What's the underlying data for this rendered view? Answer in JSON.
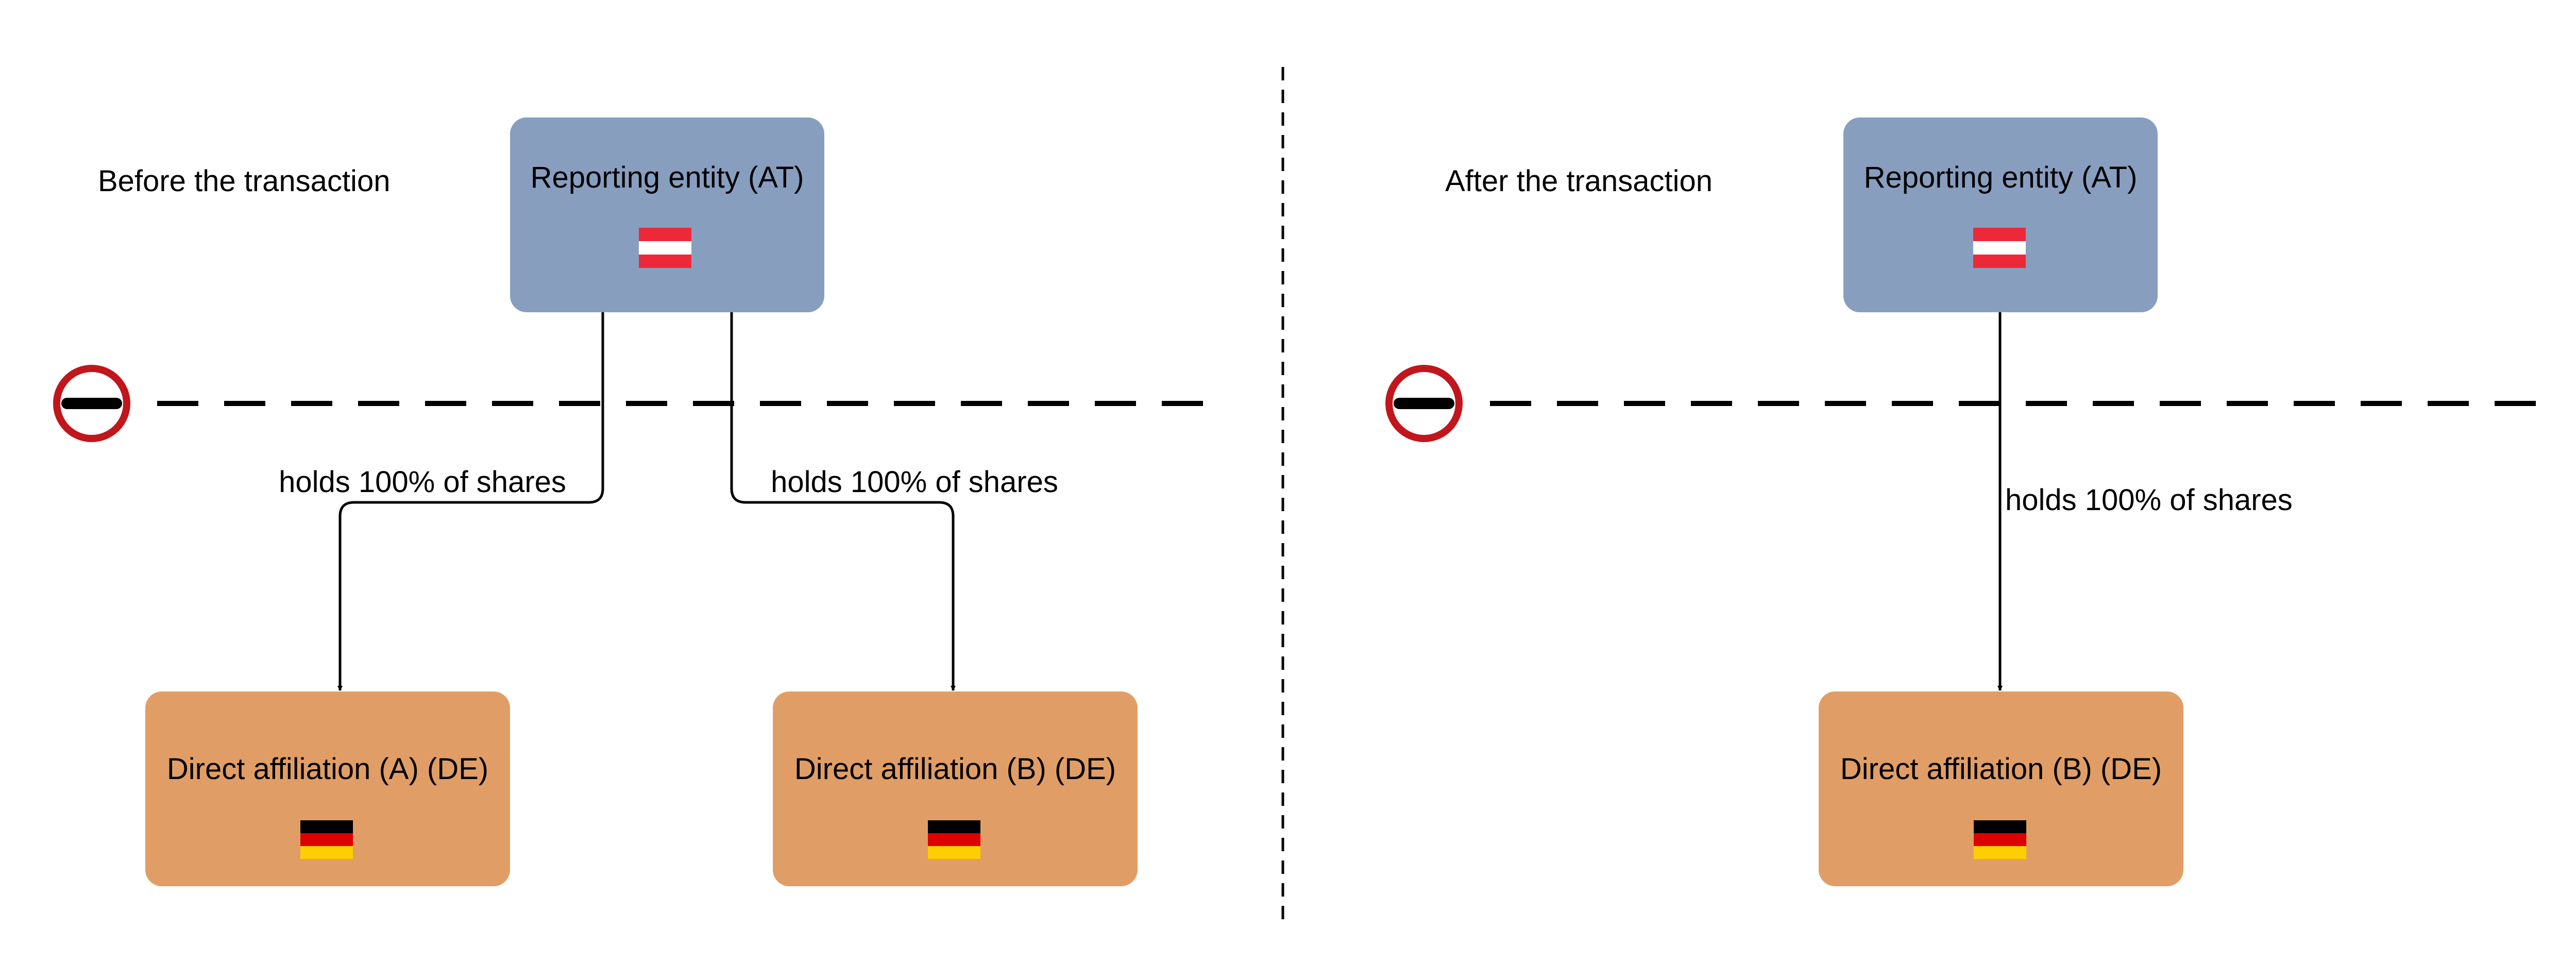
{
  "before": {
    "caption": "Before the transaction",
    "reporting_entity": {
      "label": "Reporting entity (AT)",
      "flag": "austria-flag-icon"
    },
    "affiliate_a": {
      "label": "Direct affiliation (A) (DE)",
      "flag": "germany-flag-icon"
    },
    "affiliate_b": {
      "label": "Direct affiliation (B) (DE)",
      "flag": "germany-flag-icon"
    },
    "edge_a_label": "holds 100% of shares",
    "edge_b_label": "holds 100% of shares"
  },
  "after": {
    "caption": "After the transaction",
    "reporting_entity": {
      "label": "Reporting entity (AT)",
      "flag": "austria-flag-icon"
    },
    "affiliate_b": {
      "label": "Direct affiliation (B) (DE)",
      "flag": "germany-flag-icon"
    },
    "edge_label": "holds 100% of shares"
  },
  "colors": {
    "reporting_entity_fill": "#889ebf",
    "affiliate_fill": "#e09e66",
    "border_sign_red": "#c0161c",
    "austria_red": "#ed2939",
    "austria_white": "#ffffff",
    "germany_black": "#000000",
    "germany_red": "#dd0000",
    "germany_gold": "#ffce00"
  }
}
